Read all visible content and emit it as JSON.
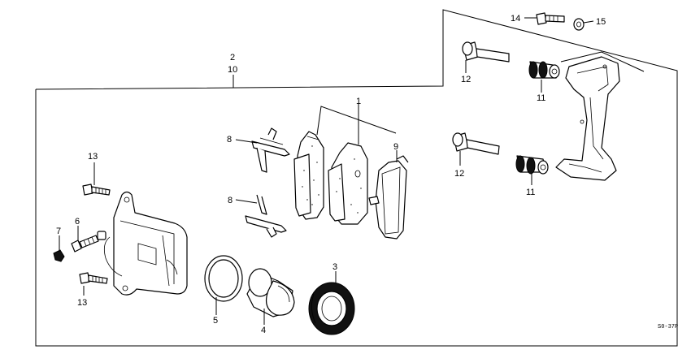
{
  "callouts": {
    "c1": "1",
    "c2": "2",
    "c3": "3",
    "c4": "4",
    "c5": "5",
    "c6": "6",
    "c7": "7",
    "c8a": "8",
    "c8b": "8",
    "c9": "9",
    "c10": "10",
    "c11a": "11",
    "c11b": "11",
    "c12a": "12",
    "c12b": "12",
    "c13a": "13",
    "c13b": "13",
    "c14": "14",
    "c15": "15"
  },
  "diagram_code": "S0-37P"
}
